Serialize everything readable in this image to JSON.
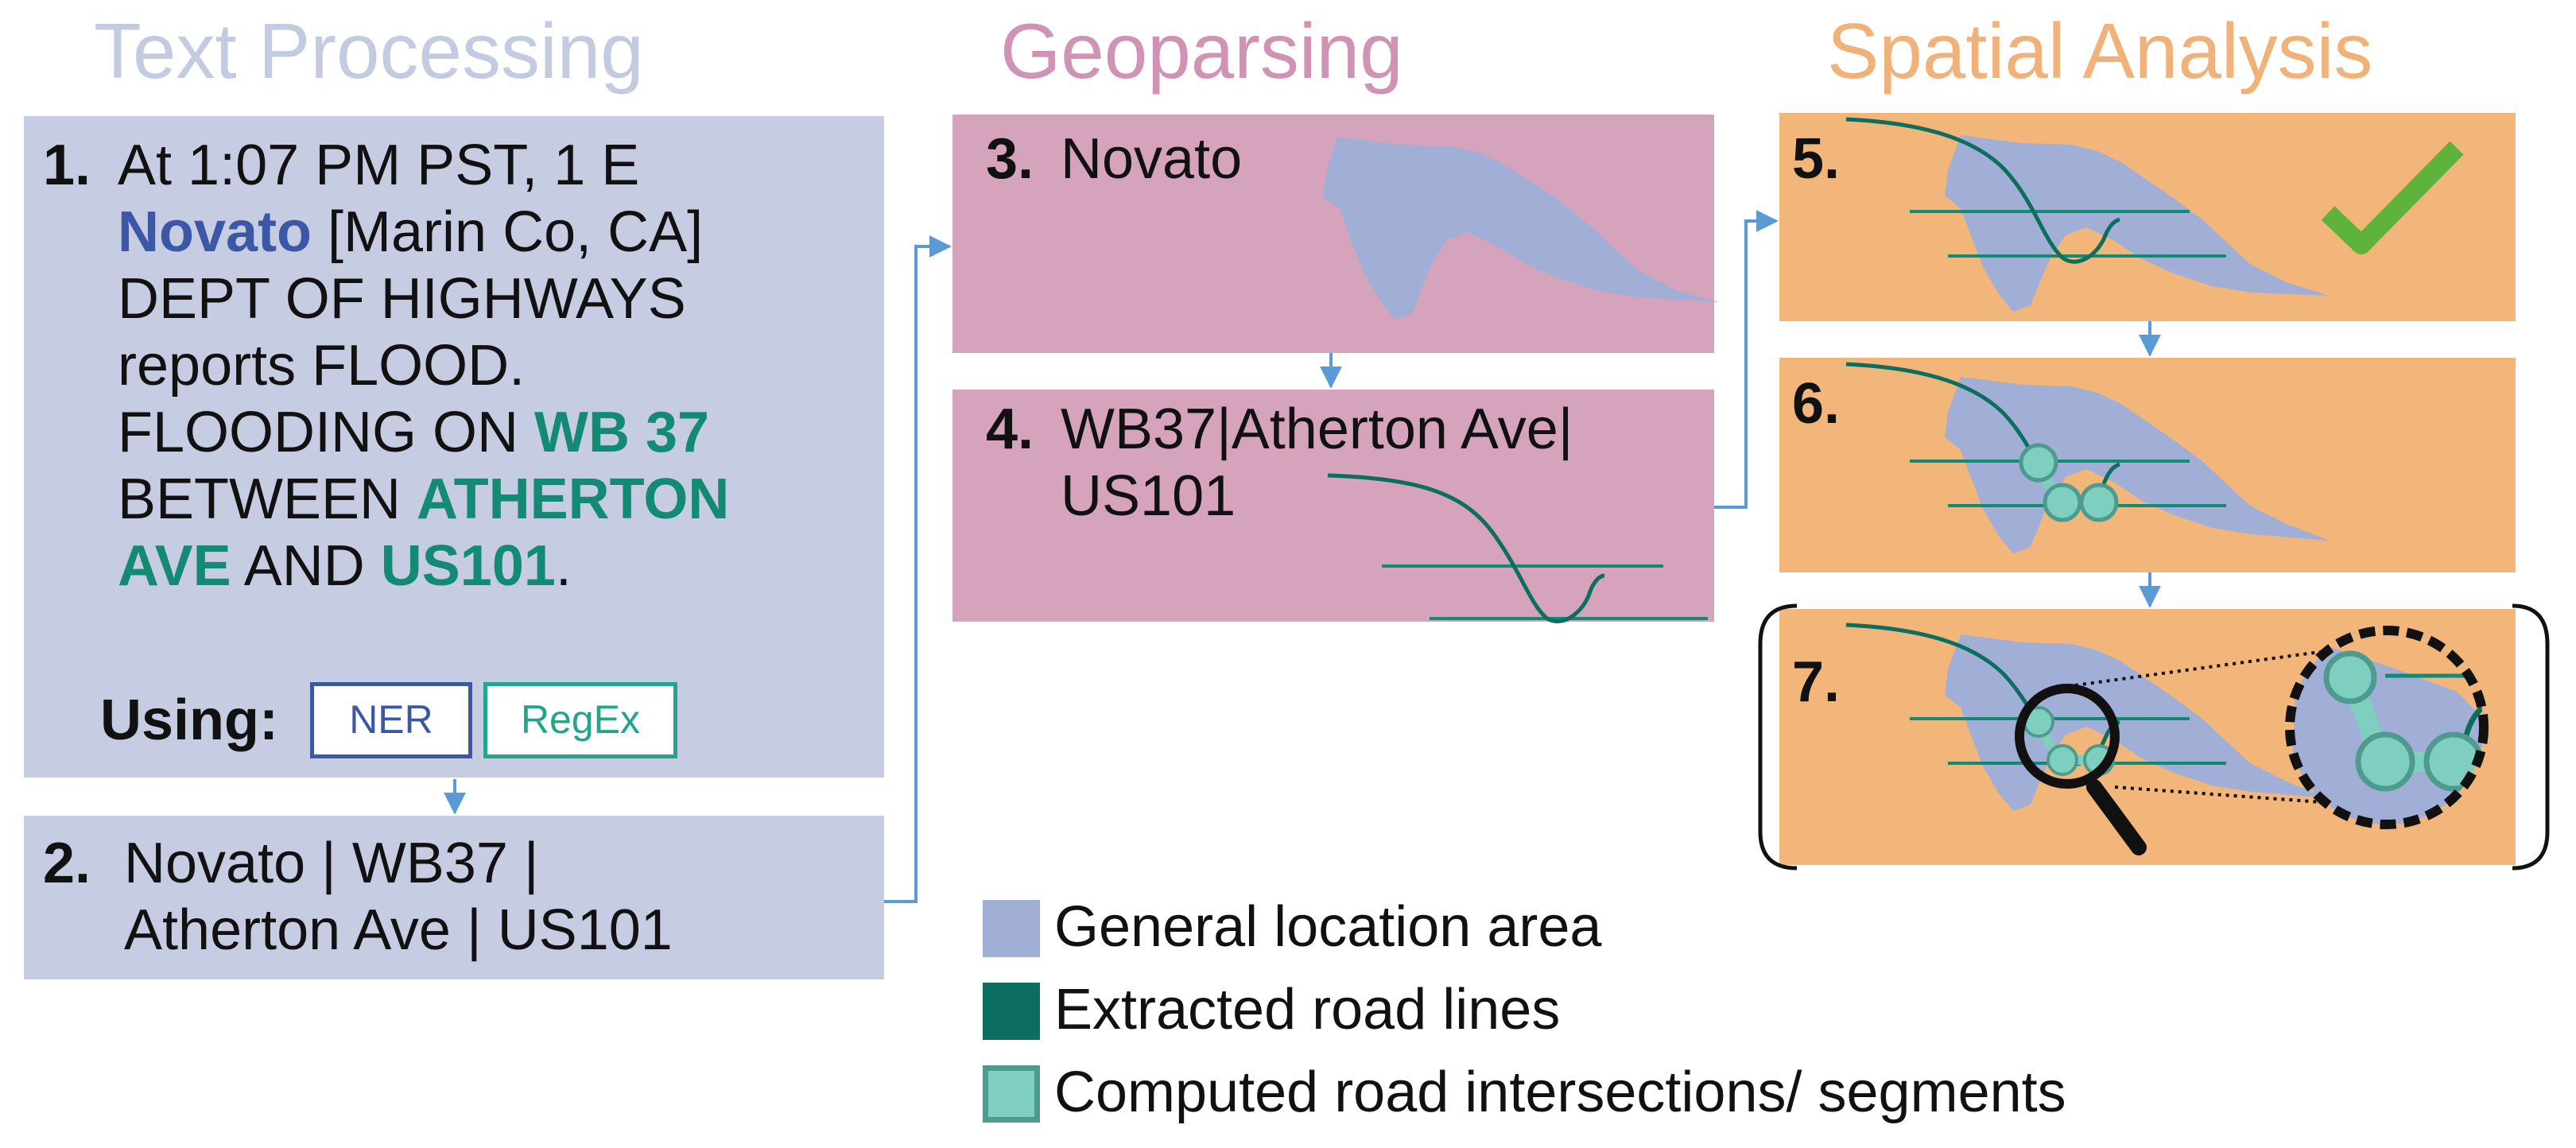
{
  "colors": {
    "text_processing": "#c6cde2",
    "text_processing_title": "#c3cbe1",
    "geoparsing": "#d6a3bd",
    "geoparsing_title": "#d193b5",
    "spatial": "#f3b67a",
    "spatial_title": "#f1b27a",
    "area": "#a1afd6",
    "road": "#0b6e5e",
    "intersection_fill": "#7ecfc0",
    "intersection_stroke": "#4c9b8e",
    "ner": "#3c57a6",
    "regex": "#22a58b",
    "arrow": "#5b9bd5",
    "check": "#5db33c"
  },
  "titles": {
    "text_processing": "Text Processing",
    "geoparsing": "Geoparsing",
    "spatial_analysis": "Spatial Analysis"
  },
  "box1": {
    "number": "1.",
    "line1": "At 1:07 PM PST, 1 E",
    "line2_highlight": "Novato",
    "line2_rest": " [Marin Co, CA]",
    "line3": "DEPT OF HIGHWAYS",
    "line4": "reports FLOOD.",
    "line5_plain": "FLOODING ON ",
    "line5_highlight": "WB 37",
    "line6_plain": "BETWEEN ",
    "line6_highlight": "ATHERTON",
    "line7_highlight_a": "AVE",
    "line7_plain": " AND ",
    "line7_highlight_b": "US101",
    "line7_end": ".",
    "using_label": "Using:",
    "ner_label": "NER",
    "regex_label": "RegEx"
  },
  "box2": {
    "number": "2.",
    "line1": "Novato  | WB37 |",
    "line2": "Atherton Ave | US101"
  },
  "box3": {
    "number": "3.",
    "text": "Novato"
  },
  "box4": {
    "number": "4.",
    "line1": "WB37|Atherton Ave|",
    "line2": "US101"
  },
  "box5": {
    "number": "5."
  },
  "box6": {
    "number": "6."
  },
  "box7": {
    "number": "7."
  },
  "legend": [
    {
      "label": "General location area",
      "icon": "area-swatch"
    },
    {
      "label": "Extracted road lines",
      "icon": "road-swatch"
    },
    {
      "label": "Computed road intersections/ segments",
      "icon": "intersection-swatch"
    }
  ]
}
